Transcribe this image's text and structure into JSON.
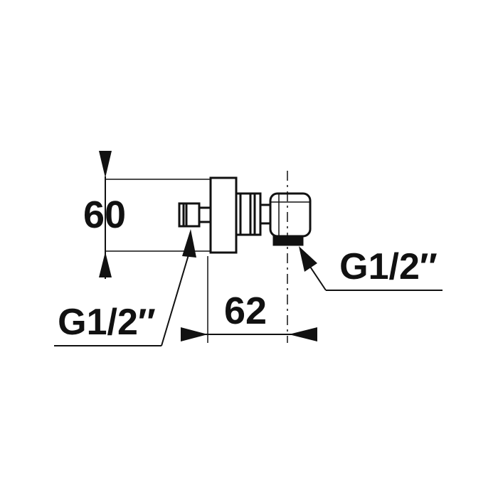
{
  "dimensions": {
    "height": "60",
    "width": "62"
  },
  "threads": {
    "left": "G1/2″",
    "right": "G1/2″"
  },
  "colors": {
    "line": "#111111",
    "background": "#ffffff"
  }
}
